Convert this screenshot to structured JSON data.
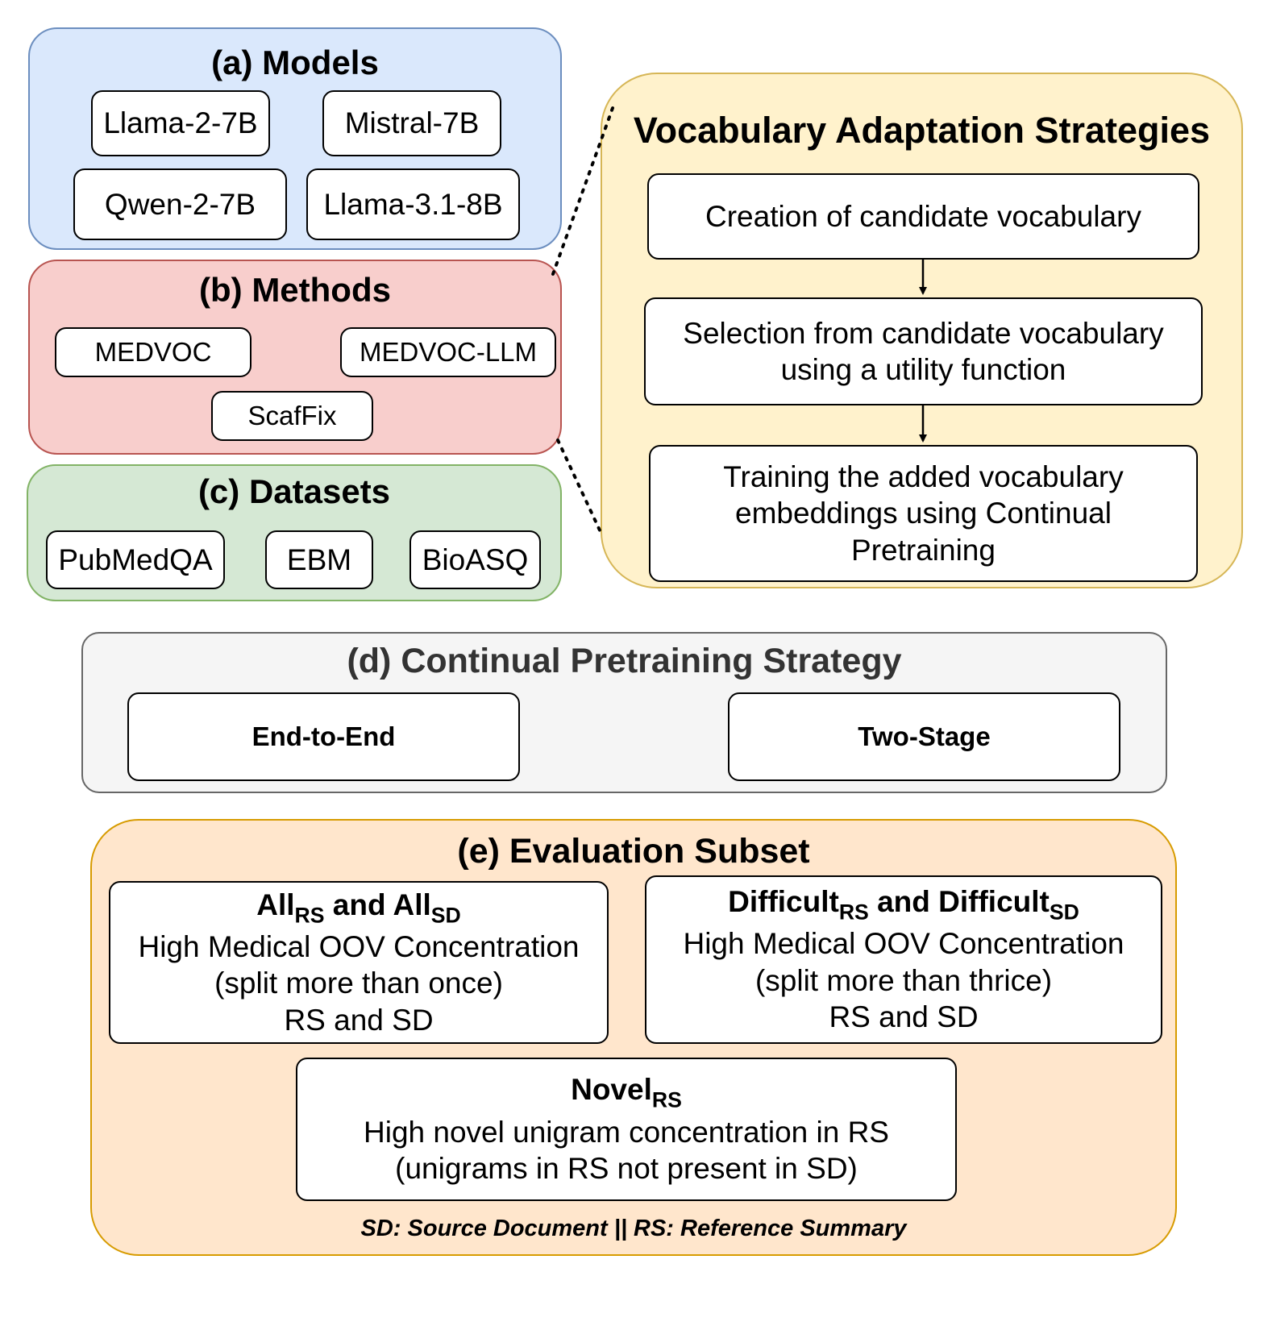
{
  "models": {
    "title": "(a) Models",
    "items": [
      "Llama-2-7B",
      "Mistral-7B",
      "Qwen-2-7B",
      "Llama-3.1-8B"
    ]
  },
  "methods": {
    "title": "(b) Methods",
    "items": [
      "MEDVOC",
      "MEDVOC-LLM",
      "ScafFix"
    ]
  },
  "datasets": {
    "title": "(c) Datasets",
    "items": [
      "PubMedQA",
      "EBM",
      "BioASQ"
    ]
  },
  "vocab": {
    "title": "Vocabulary Adaptation Strategies",
    "step1": "Creation of candidate vocabulary",
    "step2_line1": "Selection from candidate vocabulary",
    "step2_line2": "using a utility function",
    "step3_line1": "Training the added vocabulary",
    "step3_line2": "embeddings using Continual",
    "step3_line3": "Pretraining"
  },
  "pretraining": {
    "title": "(d) Continual Pretraining Strategy",
    "end_to_end": "End-to-End",
    "two_stage": "Two-Stage"
  },
  "evaluation": {
    "title": "(e) Evaluation Subset",
    "all": {
      "t1": "All",
      "s1": "RS",
      "t2": " and All",
      "s2": "SD",
      "line1": "High Medical OOV Concentration",
      "line2": "(split more than once)",
      "line3": "RS and SD"
    },
    "difficult": {
      "t1": "Difficult",
      "s1": "RS",
      "t2": " and Difficult",
      "s2": "SD",
      "line1": "High Medical OOV Concentration",
      "line2": "(split more than thrice)",
      "line3": "RS and SD"
    },
    "novel": {
      "t1": "Novel",
      "s1": "RS",
      "line1": "High novel unigram concentration in RS",
      "line2": "(unigrams in RS not present in SD)"
    },
    "footnote": "SD: Source Document || RS: Reference Summary"
  },
  "colors": {
    "models_fill": "#dae8fc",
    "models_border": "#6c8ebf",
    "methods_fill": "#f8cecc",
    "methods_border": "#b85450",
    "datasets_fill": "#d5e8d4",
    "datasets_border": "#82b366",
    "vocab_fill": "#fff2cc",
    "vocab_border": "#d6b656",
    "pretrain_fill": "#f5f5f5",
    "pretrain_border": "#666666",
    "eval_fill": "#ffe6cc",
    "eval_border": "#d79b00"
  }
}
